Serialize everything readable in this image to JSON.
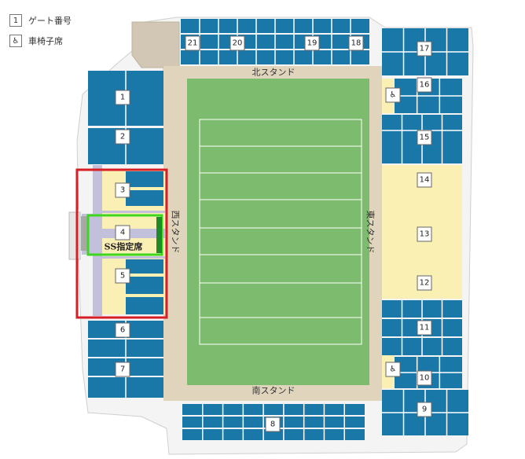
{
  "legend": {
    "gate_sample": "1",
    "gate_label": "ゲート番号",
    "wheelchair_label": "車椅子席"
  },
  "stands": {
    "north": "北スタンド",
    "south": "南スタンド",
    "west": "西スタンド",
    "east": "東スタンド"
  },
  "zone_label": "SS指定席",
  "gates": [
    "1",
    "2",
    "3",
    "4",
    "5",
    "6",
    "7",
    "8",
    "9",
    "10",
    "11",
    "12",
    "13",
    "14",
    "15",
    "16",
    "17",
    "18",
    "19",
    "20",
    "21"
  ],
  "colors": {
    "seat": "#1a78a8",
    "yellow": "#fbf0b4",
    "field": "#7dbc6e",
    "concourse": "#e0d4bc",
    "building": "#d2c7b4",
    "outline": "#cfcfcf",
    "highlight_red": "#d61f26",
    "highlight_green": "#3ed61f",
    "lavender": "#c2c0da"
  }
}
